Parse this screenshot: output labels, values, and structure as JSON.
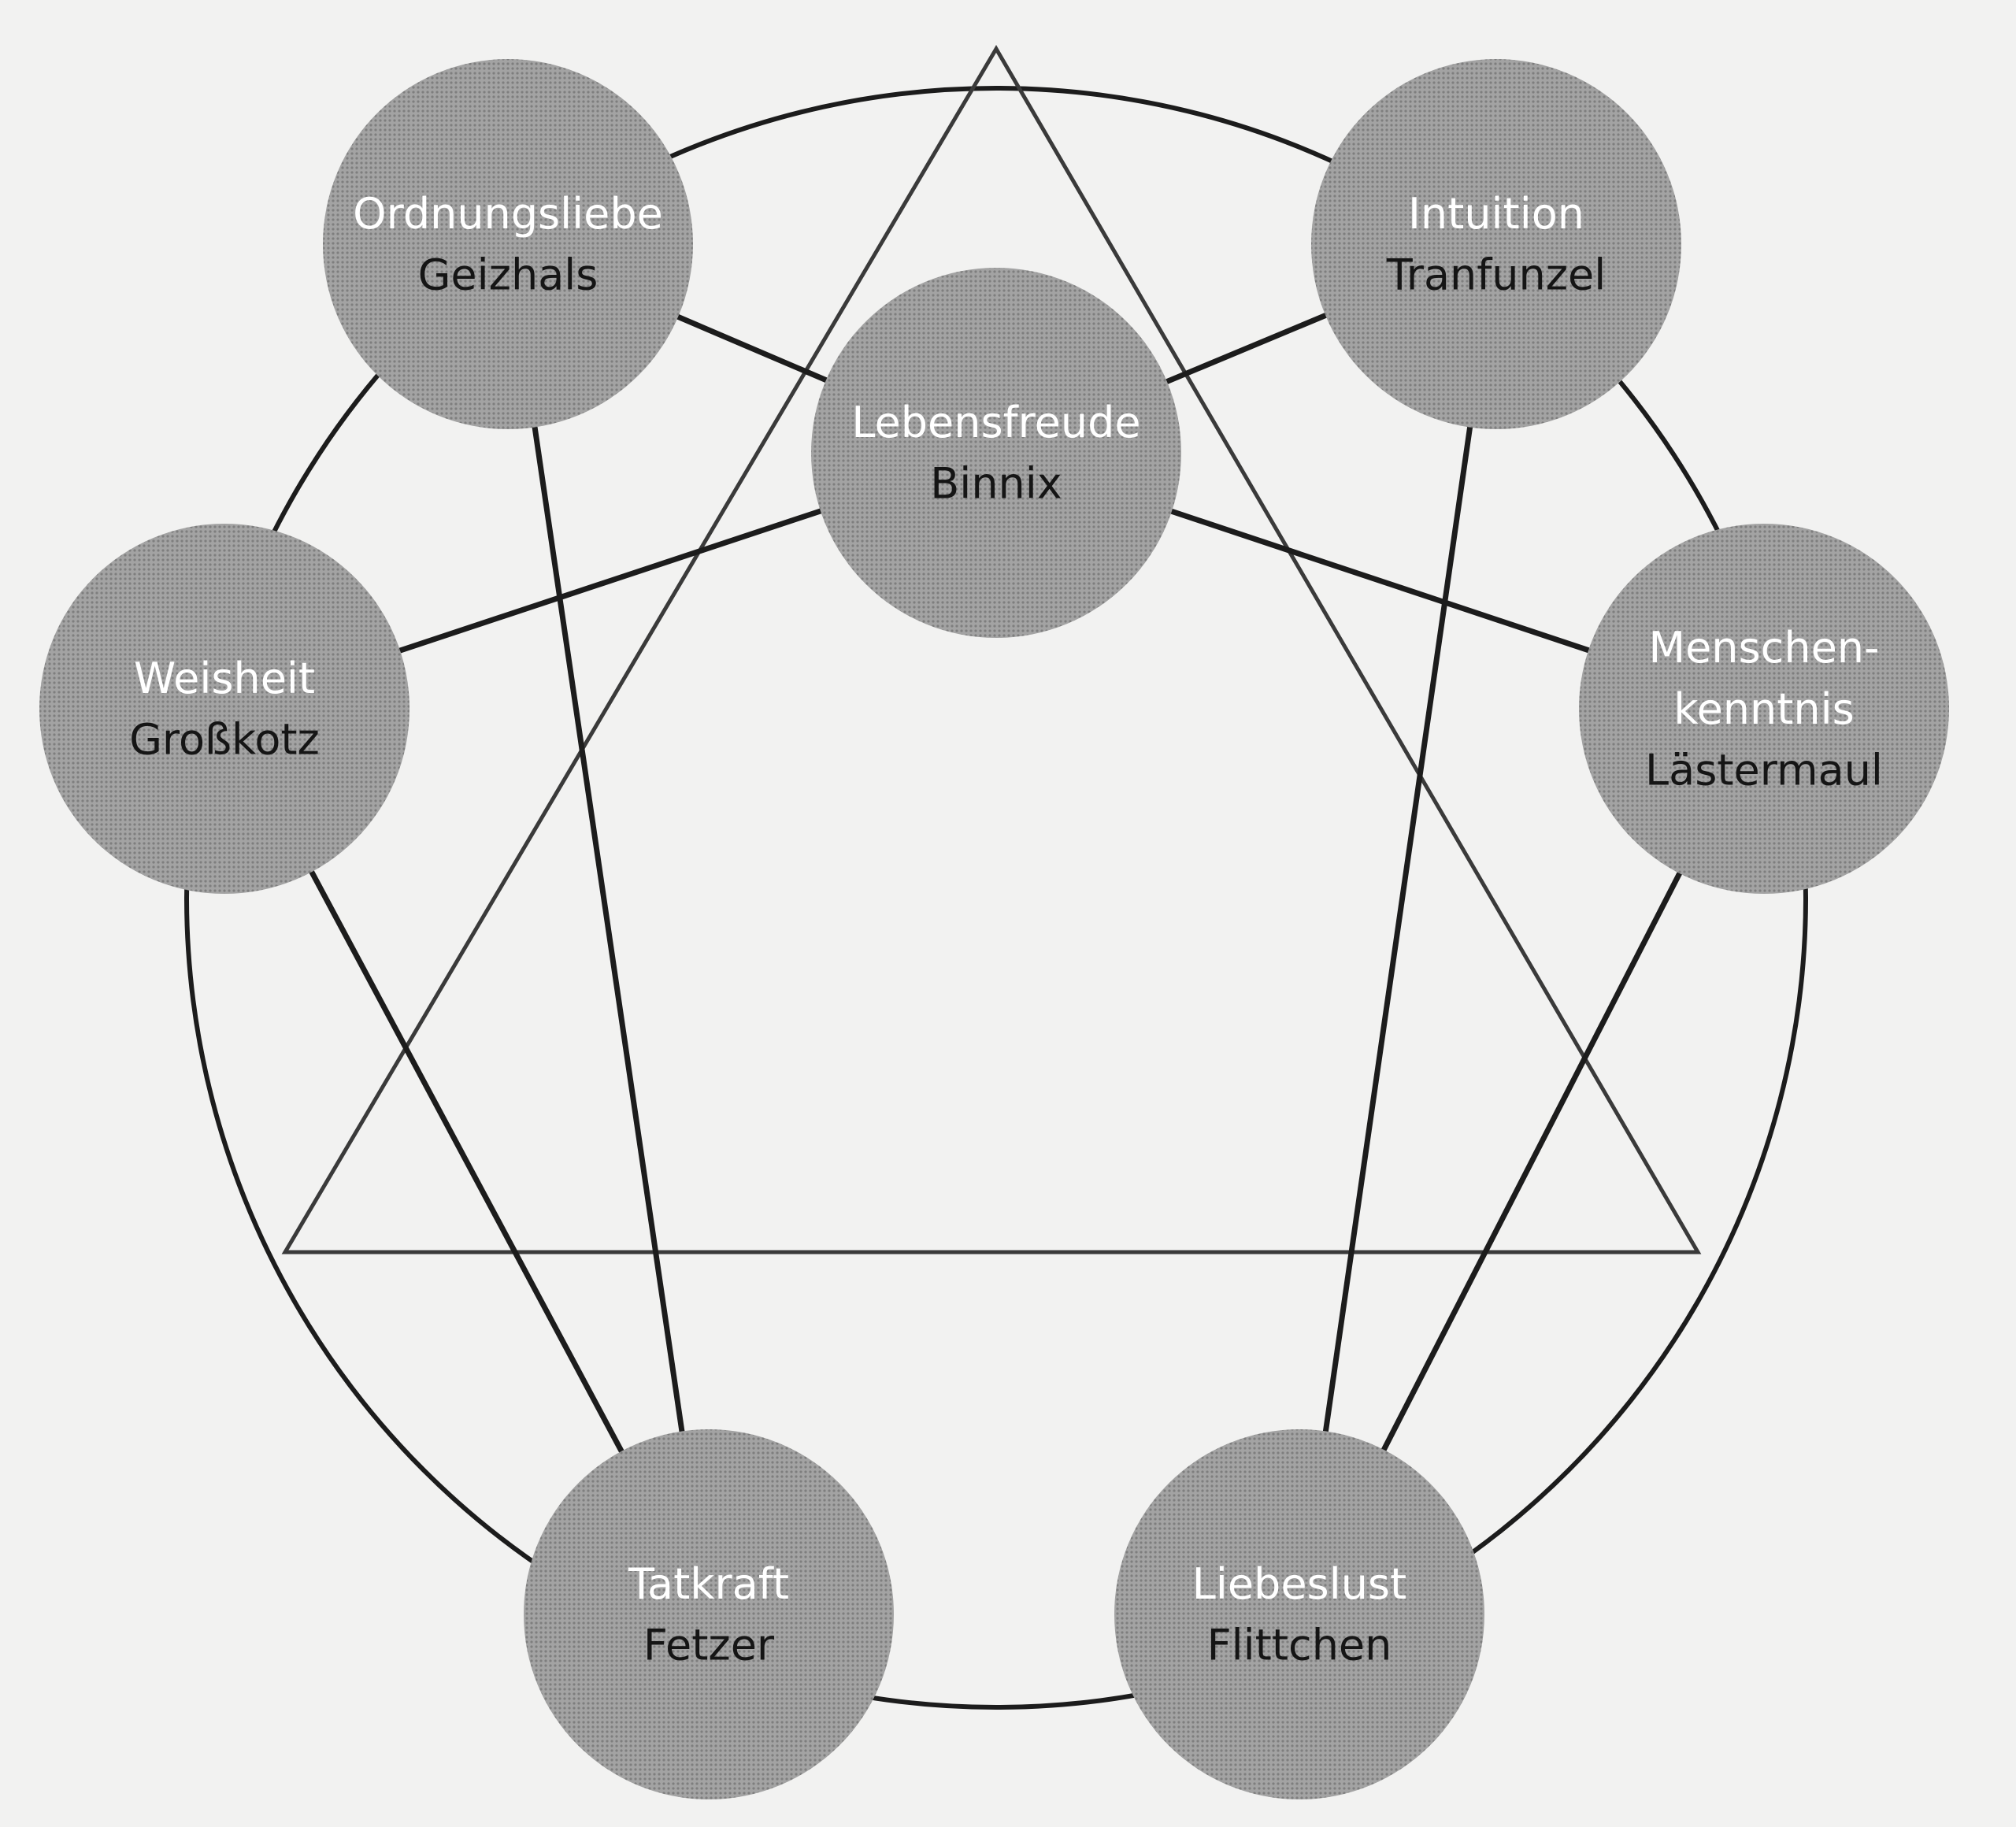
{
  "diagram": {
    "type": "enneagram",
    "colors": {
      "background": "#f2f2f1",
      "circle_fill": "#9a9a9a",
      "stroke": "#1c1c1c",
      "virtue_text": "#ffffff",
      "vice_text": "#151515"
    },
    "nodes": [
      {
        "id": "lebensfreude",
        "virtue": "Lebensfreude",
        "vice": "Binnix"
      },
      {
        "id": "intuition",
        "virtue": "Intuition",
        "vice": "Tranfunzel"
      },
      {
        "id": "menschenkenntnis",
        "virtue": "Menschen-\nkenntnis",
        "vice": "Lästermaul"
      },
      {
        "id": "liebeslust",
        "virtue": "Liebeslust",
        "vice": "Flittchen"
      },
      {
        "id": "tatkraft",
        "virtue": "Tatkraft",
        "vice": "Fetzer"
      },
      {
        "id": "weisheit",
        "virtue": "Weisheit",
        "vice": "Großkotz"
      },
      {
        "id": "ordnungsliebe",
        "virtue": "Ordnungsliebe",
        "vice": "Geizhals"
      }
    ],
    "connections": [
      [
        "ordnungsliebe",
        "lebensfreude"
      ],
      [
        "lebensfreude",
        "intuition"
      ],
      [
        "weisheit",
        "lebensfreude"
      ],
      [
        "lebensfreude",
        "menschenkenntnis"
      ],
      [
        "ordnungsliebe",
        "tatkraft"
      ],
      [
        "weisheit",
        "tatkraft"
      ],
      [
        "intuition",
        "liebeslust"
      ],
      [
        "menschenkenntnis",
        "liebeslust"
      ]
    ]
  }
}
